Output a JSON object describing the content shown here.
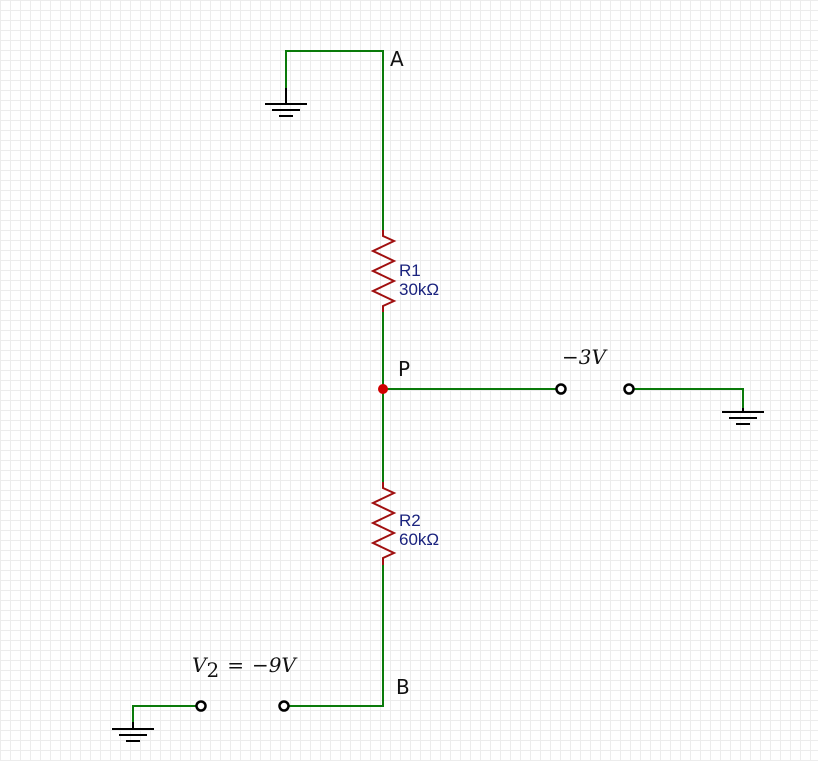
{
  "colors": {
    "wire": "#0a7a0a",
    "resistor": "#a01010",
    "component_text": "#1a237e",
    "node_dot": "#d00000",
    "terminal": "#000000",
    "ground": "#000000",
    "grid": "#ececec"
  },
  "nodes": {
    "a": {
      "label": "A"
    },
    "p": {
      "label": "P"
    },
    "b": {
      "label": "B"
    }
  },
  "resistors": [
    {
      "name": "R1",
      "value": "30kΩ"
    },
    {
      "name": "R2",
      "value": "60kΩ"
    }
  ],
  "sources": {
    "v1": {
      "text": "−3V"
    },
    "v2": {
      "symbol": "V",
      "subscript": "2",
      "equals": "=",
      "value": "−9V"
    }
  },
  "icons": [
    "ground-icon",
    "resistor-icon",
    "terminal-icon",
    "junction-dot-icon"
  ]
}
